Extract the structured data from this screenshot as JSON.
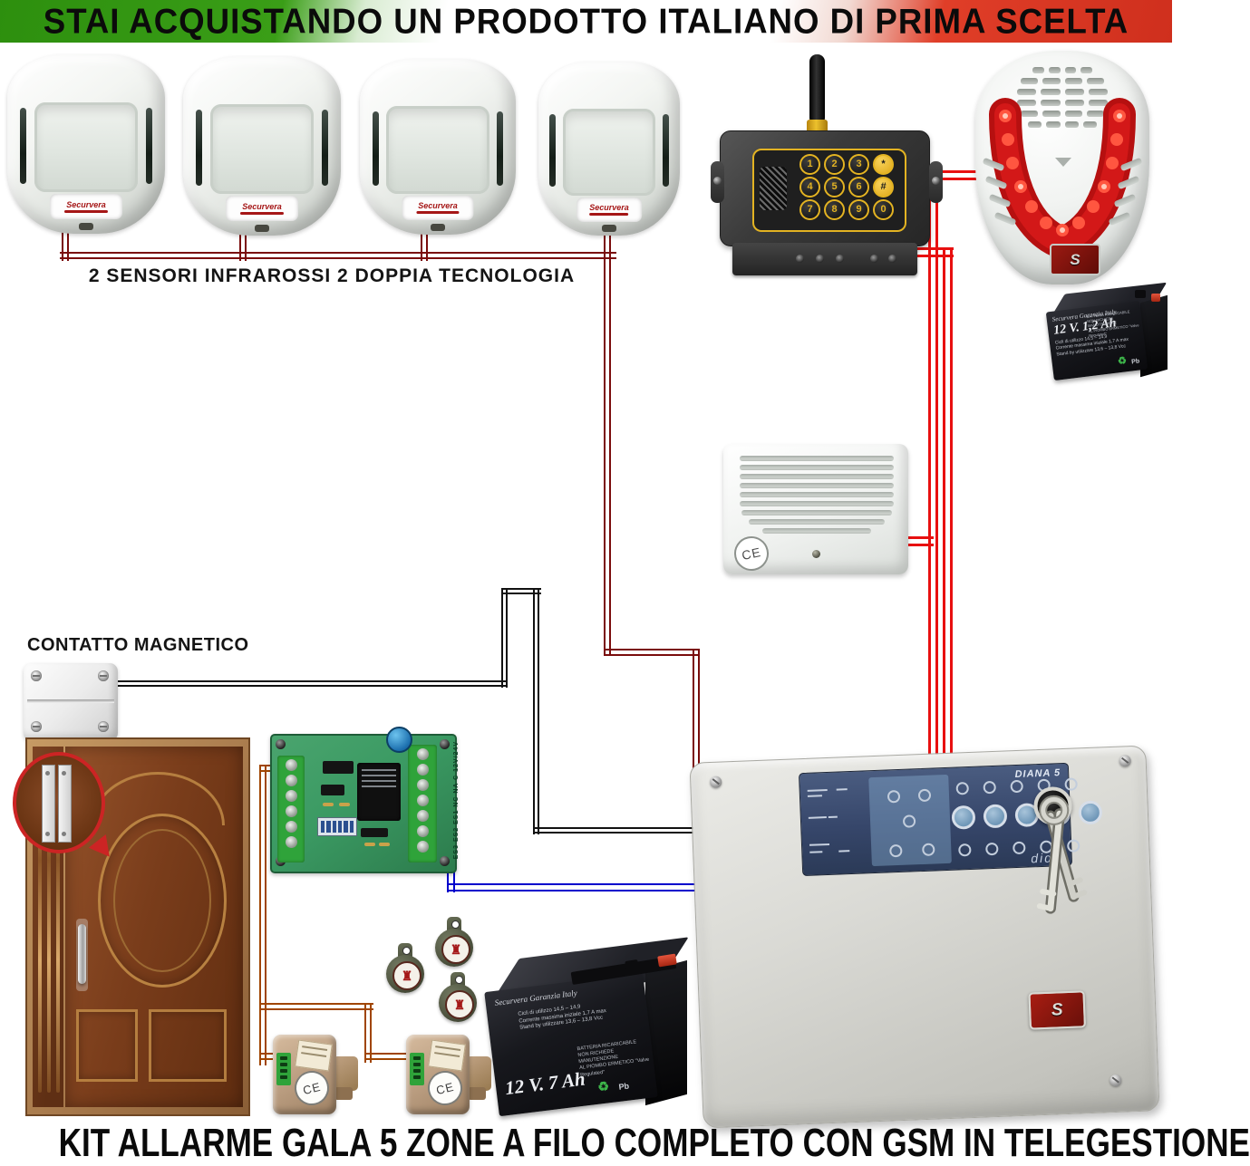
{
  "banner": {
    "text": "STAI ACQUISTANDO UN PRODOTTO ITALIANO DI PRIMA SCELTA"
  },
  "footer": {
    "text": "KIT ALLARME GALA 5 ZONE A FILO COMPLETO CON GSM IN TELEGESTIONE"
  },
  "sensors": {
    "label": "2 SENSORI INFRAROSSI 2 DOPPIA TECNOLOGIA",
    "brand": "Securvera",
    "count": 4
  },
  "magnetic_contact": {
    "label": "CONTATTO MAGNETICO"
  },
  "gsm_dialer": {
    "keys": [
      "1",
      "2",
      "3",
      "*",
      "4",
      "5",
      "6",
      "#",
      "7",
      "8",
      "9",
      "0"
    ]
  },
  "external_siren": {
    "badge": "S"
  },
  "internal_siren": {
    "ce": "CE"
  },
  "small_battery": {
    "brand": "Securvera  Garanzia Italy",
    "capacity": "12 V. 1,2 Ah",
    "lines": [
      "Cicli di utilizzo 14,5 – 14,9",
      "Corrente massima iniziale 1,7 A max",
      "Stand by utilizzare 13,6 – 13,8 Vcc"
    ],
    "right_lines": [
      "BATTERIA RICARICABILE",
      "NON RICHIEDE MANUTENZIONE",
      "AL PIOMBO ERMETICO \"Valve Regulated\""
    ],
    "recycle": "♻",
    "pb": "Pb"
  },
  "large_battery": {
    "brand": "Securvera  Garanzia Italy",
    "capacity": "12 V. 7 Ah",
    "lines": [
      "Cicli di utilizzo 14,5 – 14,9",
      "Corrente massima iniziale 1,7 A max",
      "Stand by utilizzare 13,6 – 13,8 Vcc"
    ],
    "right_lines": [
      "BATTERIA RICARICABILE",
      "NON RICHIEDE MANUTENZIONE",
      "AL PIOMBO ERMETICO \"Valve Regulated\""
    ],
    "recycle": "♻",
    "pb": "Pb"
  },
  "relay_board": {
    "terminals_label": "ES3 ES2 ES1 NC NA C 12V/24V"
  },
  "key_fobs": {
    "count": 3,
    "emblem": "♜"
  },
  "key_readers": {
    "count": 2,
    "ce": "CE"
  },
  "control_panel": {
    "model": "DIANA 5",
    "logo": "dida",
    "badge": "S"
  },
  "colors": {
    "wire_sensor": "#7a0c0c",
    "wire_power": "#e81010",
    "wire_contact": "#111111",
    "wire_relay": "#0000cc",
    "wire_reader": "#a04500",
    "flag_green": "#3a9e17",
    "flag_red": "#e03e28",
    "keypad_yellow": "#e3b322",
    "pcb_green": "#3b9a63",
    "panel_navy": "#36466a",
    "siren_red": "#c81414"
  }
}
